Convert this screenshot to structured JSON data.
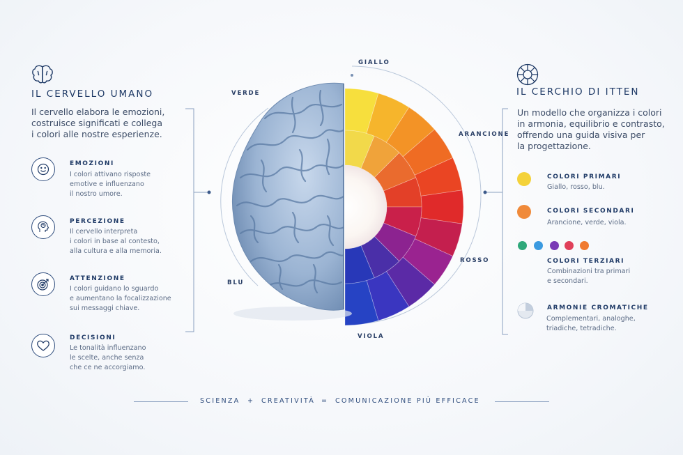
{
  "left": {
    "title": "IL CERVELLO UMANO",
    "lead": [
      "Il cervello elabora le emozioni,",
      "costruisce significati e collega",
      "i colori alle nostre esperienze."
    ],
    "items": [
      {
        "icon": "smile-icon",
        "title": "EMOZIONI",
        "lines": [
          "I colori attivano risposte",
          "emotive e influenzano",
          "il nostro umore."
        ]
      },
      {
        "icon": "head-brain-icon",
        "title": "PERCEZIONE",
        "lines": [
          "Il cervello interpreta",
          "i colori in base al contesto,",
          "alla cultura e alla memoria."
        ]
      },
      {
        "icon": "target-icon",
        "title": "ATTENZIONE",
        "lines": [
          "I colori guidano lo sguardo",
          "e aumentano la focalizzazione",
          "sui messaggi chiave."
        ]
      },
      {
        "icon": "heart-icon",
        "title": "DECISIONI",
        "lines": [
          "Le tonalità influenzano",
          "le scelte, anche senza",
          "che ce ne accorgiamo."
        ]
      }
    ]
  },
  "right": {
    "title": "IL CERCHIO DI ITTEN",
    "lead": [
      "Un modello che organizza i colori",
      "in armonia, equilibrio e contrasto,",
      "offrendo una guida visiva per",
      "la progettazione."
    ],
    "items": [
      {
        "title": "COLORI PRIMARI",
        "lines": [
          "Giallo, rosso, blu."
        ],
        "swatches": [
          "#f4d23a"
        ]
      },
      {
        "title": "COLORI SECONDARI",
        "lines": [
          "Arancione, verde, viola."
        ],
        "swatches": [
          "#f08a3a"
        ]
      },
      {
        "title": "COLORI TERZIARI",
        "lines": [
          "Combinazioni tra primari",
          "e secondari."
        ],
        "swatches": [
          "#2fa87a",
          "#3b9ae0",
          "#7a3bb5",
          "#e0405a",
          "#f07a30"
        ]
      },
      {
        "title": "ARMONIE CROMATICHE",
        "lines": [
          "Complementari, analoghe,",
          "triadiche, tetradiche."
        ],
        "swatches": []
      }
    ]
  },
  "wheel": {
    "labels": {
      "giallo": "GIALLO",
      "verde": "VERDE",
      "arancione": "ARANCIONE",
      "rosso": "ROSSO",
      "blu": "BLU",
      "viola": "VIOLA"
    },
    "outer_colors": [
      "#f7df3d",
      "#f6b52c",
      "#f39326",
      "#ef6c23",
      "#ea4523",
      "#e02a2a",
      "#c41f4e",
      "#9a2390",
      "#5b2aa6",
      "#3a36c0",
      "#2643c4"
    ],
    "inner_colors": [
      "#f2d94a",
      "#f0a33a",
      "#ea6b2e",
      "#e34028",
      "#c9204a",
      "#8c2390",
      "#4a2fa8",
      "#2838b8"
    ]
  },
  "footer": {
    "part1": "SCIENZA",
    "plus": "+",
    "part2": "CREATIVITÀ",
    "equals": "=",
    "part3": "COMUNICAZIONE PIÙ EFFICACE"
  },
  "colors": {
    "accent": "#1f3a66",
    "line": "#6f86aa"
  }
}
